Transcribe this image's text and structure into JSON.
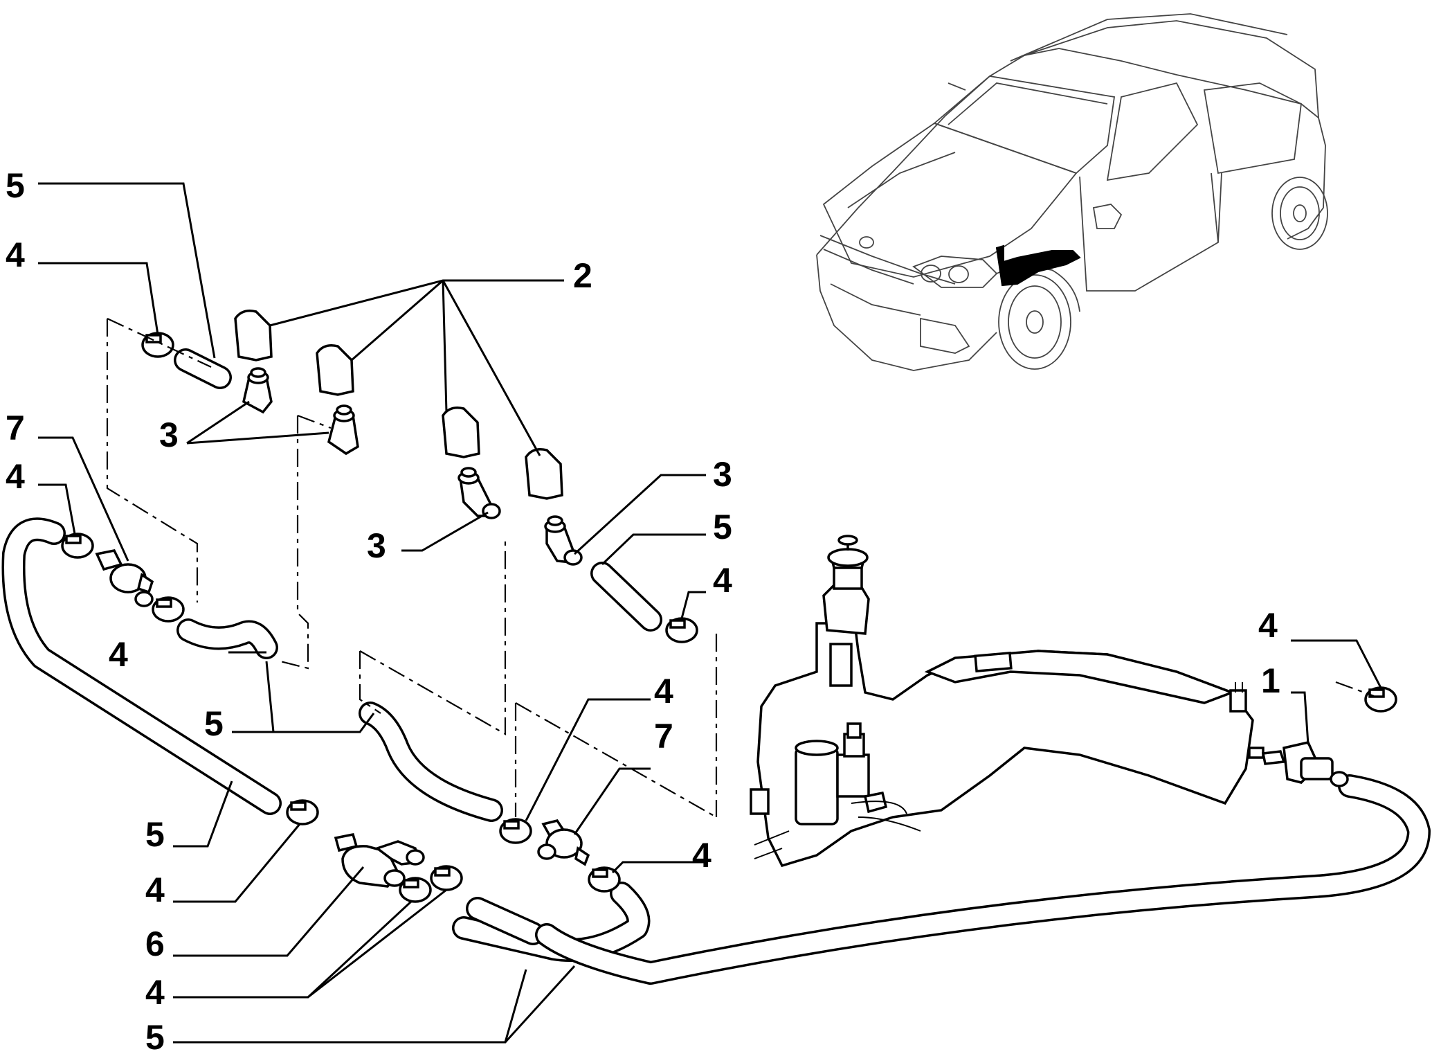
{
  "callouts": {
    "l5_a": "5",
    "l4_a": "4",
    "l2": "2",
    "l3_a": "3",
    "l7_a": "7",
    "l4_b": "4",
    "l3_b": "3",
    "l3_c": "3",
    "l5_b": "5",
    "l4_c": "4",
    "l4_d": "4",
    "l1": "1",
    "l5_c": "5",
    "l4_e": "4",
    "l7_b": "7",
    "l4_f": "4",
    "l5_d": "5",
    "l4_g": "4",
    "l6": "6",
    "l4_h": "4",
    "l5_e": "5"
  },
  "icons": {
    "vehicle": "hatchback-car-illustration",
    "reservoir": "washer-fluid-reservoir",
    "pump": "washer-pump",
    "nozzle": "washer-nozzle",
    "nozzle_cover": "nozzle-cover",
    "clamp": "hose-clamp",
    "valve": "check-valve",
    "junction": "hose-junction"
  }
}
